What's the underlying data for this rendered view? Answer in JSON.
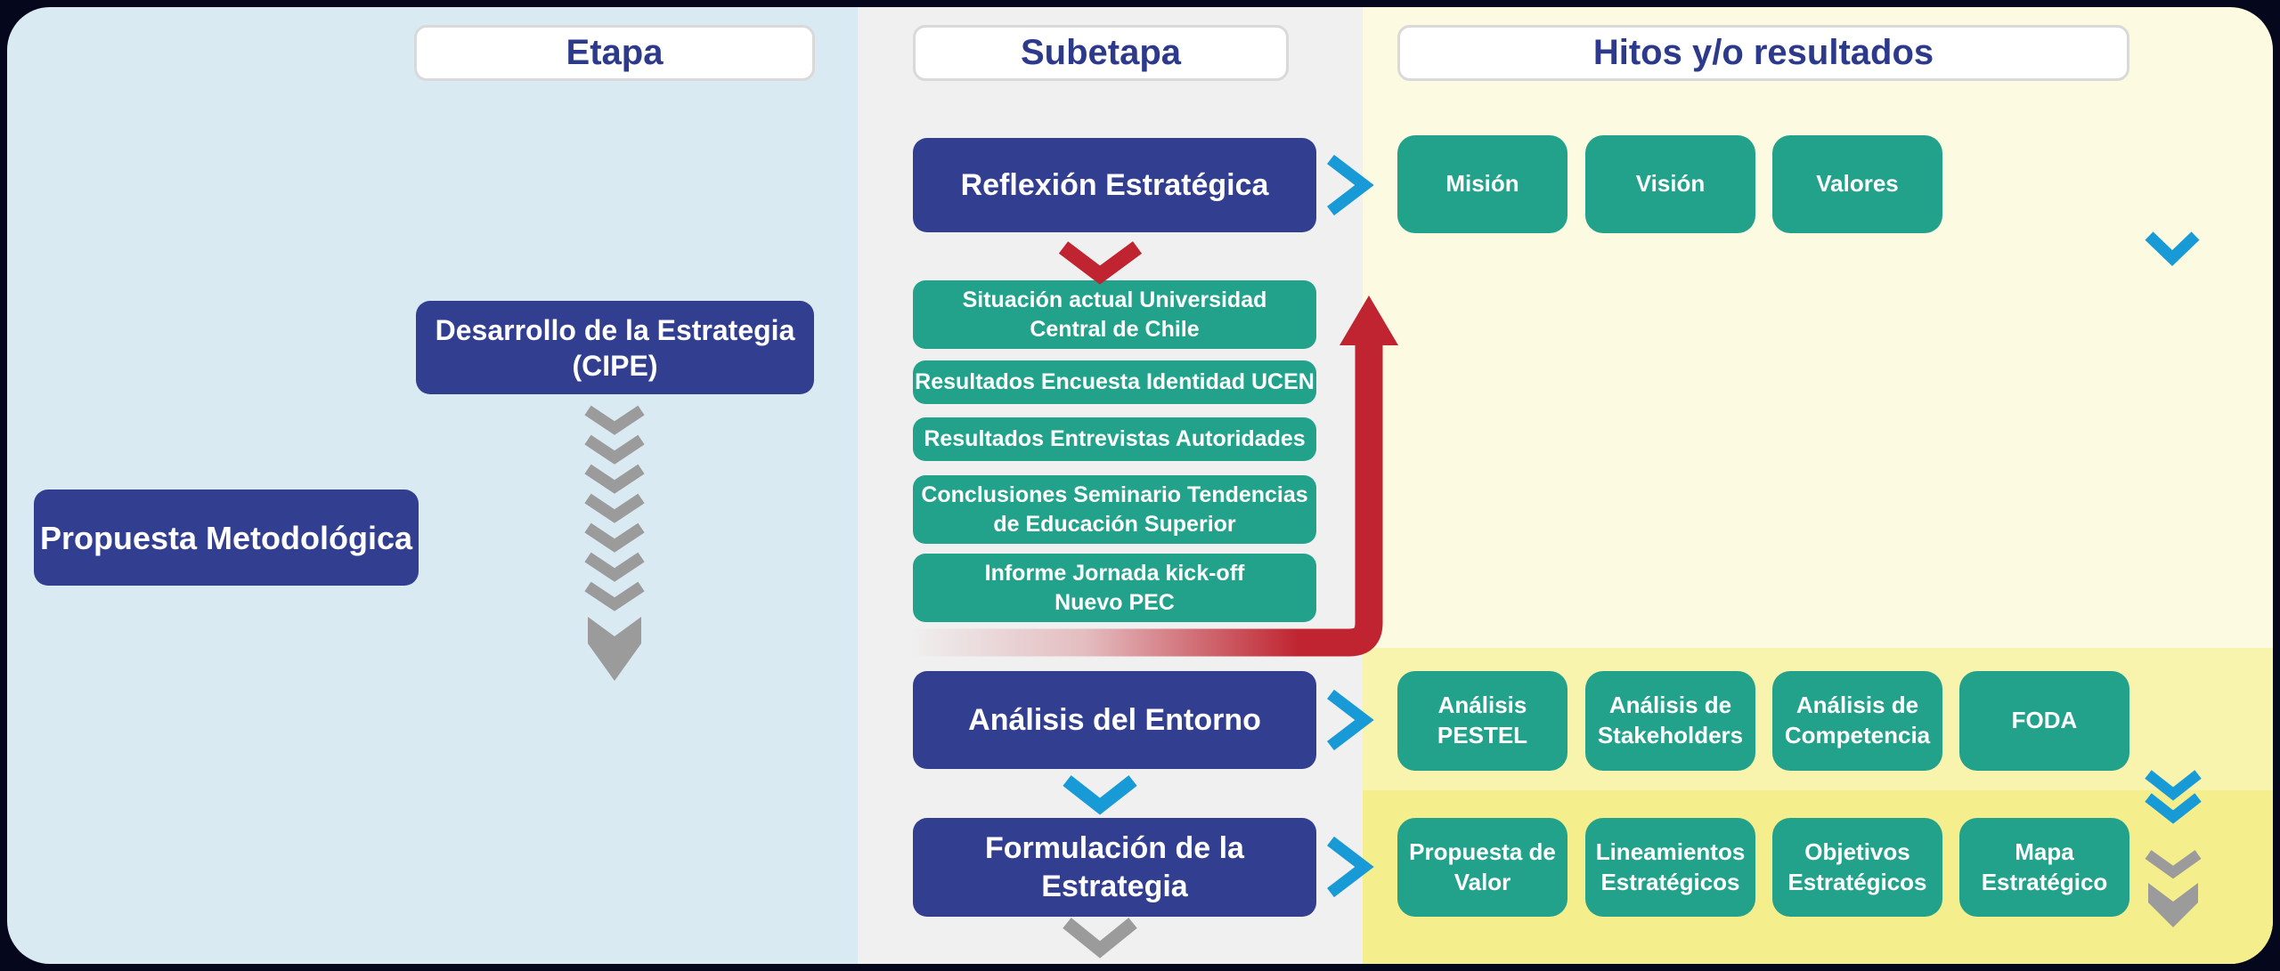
{
  "headers": {
    "etapa": "Etapa",
    "subetapa": "Subetapa",
    "hitos": "Hitos y/o resultados"
  },
  "left": {
    "stage_box": "Desarrollo de la Estrategia\n(CIPE)",
    "proposal_box": "Propuesta Metodológica"
  },
  "middle": {
    "substages": [
      "Reflexión Estratégica",
      "Análisis del Entorno",
      "Formulación de la\nEstrategia"
    ],
    "inputs": [
      "Situación actual Universidad\nCentral de Chile",
      "Resultados Encuesta Identidad UCEN",
      "Resultados Entrevistas Autoridades",
      "Conclusiones Seminario Tendencias\nde Educación Superior",
      "Informe Jornada kick-off\nNuevo PEC"
    ]
  },
  "right": {
    "rows": [
      {
        "items": [
          "Misión",
          "Visión",
          "Valores"
        ]
      },
      {
        "items": [
          "Análisis\nPESTEL",
          "Análisis de\nStakeholders",
          "Análisis de\nCompetencia",
          "FODA"
        ]
      },
      {
        "items": [
          "Propuesta de\nValor",
          "Lineamientos\nEstratégicos",
          "Objetivos\nEstratégicos",
          "Mapa\nEstratégico"
        ]
      }
    ]
  },
  "icons": {
    "blue-right-chevron": "angle-bracket >",
    "red-down-chevron": "wide v",
    "blue-down-chevron": "wide v",
    "blue-double-down-chevron": "two stacked v",
    "gray-down-chevron": "wide v",
    "gray-multi-chevron-arrow": "stacked chevrons with solid arrowhead",
    "gray-double-down-arrow": "chevron + solid arrowhead",
    "red-up-bent-arrow": "fading horizontal bar turning up into arrow"
  },
  "colors": {
    "panel_blue": "#DAEAF2",
    "panel_gray": "#F0F0F0",
    "panel_cream": "#FCFBE1",
    "band_yellow_mid": "#F8F4AE",
    "band_yellow_bottom": "#F5EE8C",
    "navy_box": "#323E8F",
    "green_box": "#23A28B",
    "header_text": "#2D3A8C",
    "chevron_blue": "#189AD6",
    "chevron_gray": "#9B9B9B",
    "arrow_red": "#BF2430",
    "frame_background": "#05071C"
  }
}
